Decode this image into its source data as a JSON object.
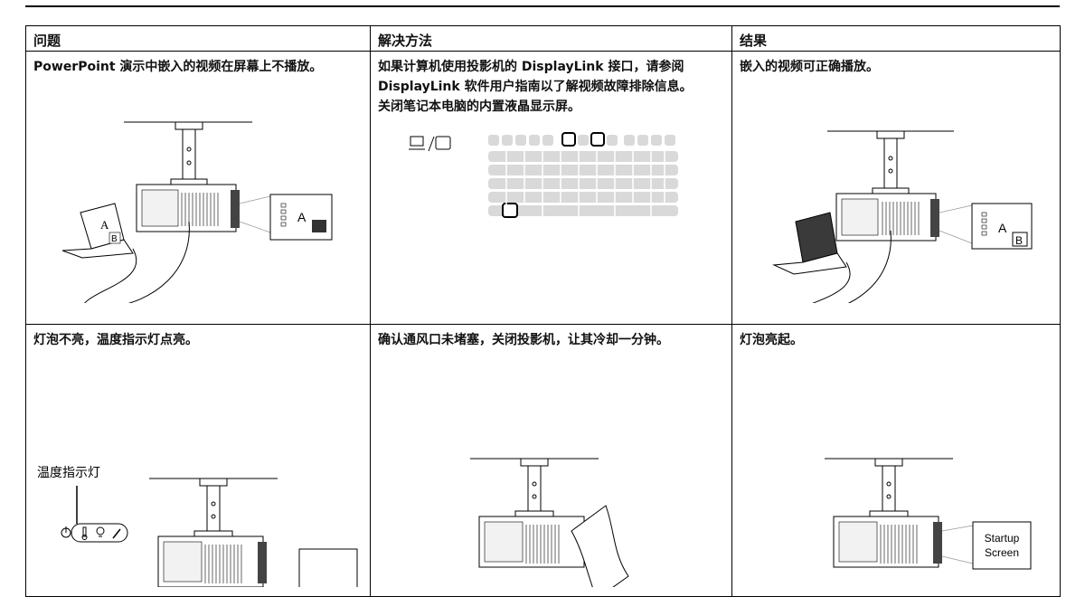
{
  "header": {
    "col1": "问题",
    "col2": "解决方法",
    "col3": "结果"
  },
  "rows": [
    {
      "problem": "PowerPoint 演示中嵌入的视频在屏幕上不播放。",
      "solution": [
        "如果计算机使用投影机的 DisplayLink 接口，请参阅",
        "DisplayLink 软件用户指南以了解视频故障排除信息。",
        "关闭笔记本电脑的内置液晶显示屏。"
      ],
      "result": "嵌入的视频可正确播放。",
      "screen_letter_a": "A",
      "screen_letter_b": "B",
      "laptop_letter_a": "A",
      "laptop_letter_b": "B",
      "key_symbol": "⊑/□"
    },
    {
      "problem": "灯泡不亮，温度指示灯点亮。",
      "solution": "确认通风口未堵塞，关闭投影机，让其冷却一分钟。",
      "result": "灯泡亮起。",
      "temp_indicator_label": "温度指示灯",
      "startup_line1": "Startup",
      "startup_line2": "Screen"
    }
  ]
}
